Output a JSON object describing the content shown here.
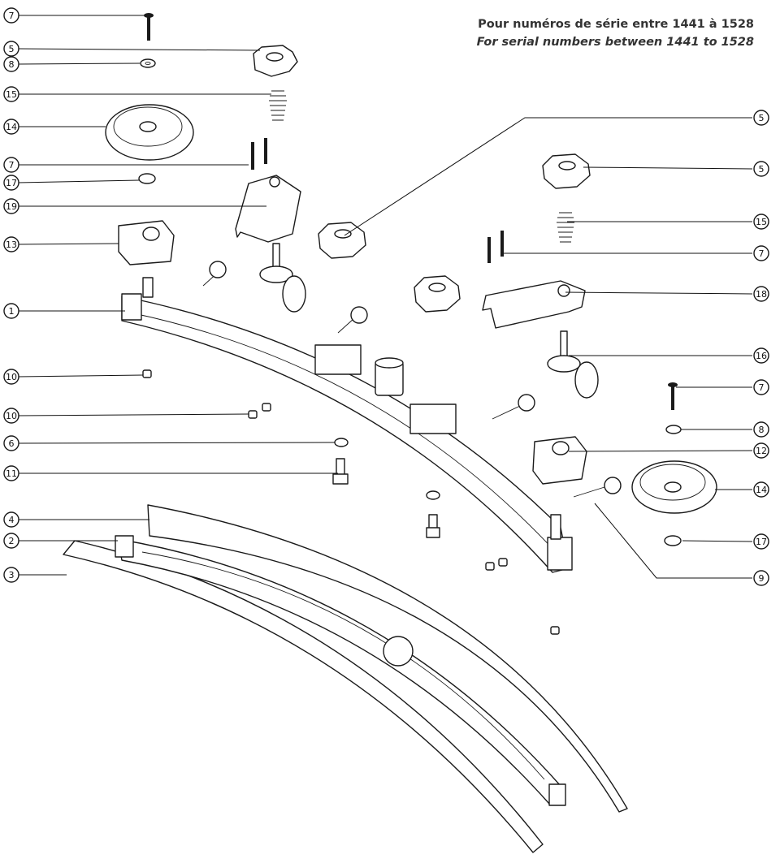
{
  "header": {
    "line_fr": "Pour numéros de série entre 1441 à 1528",
    "line_en": "For serial numbers between 1441 to 1528"
  },
  "callouts": {
    "left": [
      "7",
      "5",
      "8",
      "15",
      "14",
      "7",
      "17",
      "19",
      "13",
      "1",
      "10",
      "10",
      "6",
      "11",
      "4",
      "2",
      "3"
    ],
    "right": [
      "5",
      "5",
      "15",
      "7",
      "18",
      "16",
      "7",
      "8",
      "12",
      "14",
      "17",
      "9"
    ]
  }
}
